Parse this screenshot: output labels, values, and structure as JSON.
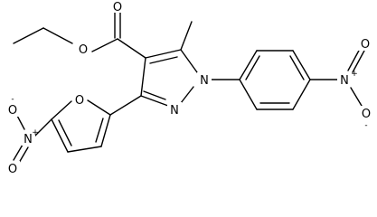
{
  "molecule": {
    "atoms": {
      "carbonyl_o": "O",
      "ester_o": "O",
      "n1": "N",
      "n2": "N",
      "furan_o": "O",
      "nitro_left_n": "N",
      "nitro_left_plus": "+",
      "nitro_left_o_top": "O",
      "nitro_left_o_minus": "-",
      "nitro_left_o_bottom": "O",
      "nitro_right_n": "N",
      "nitro_right_plus": "+",
      "nitro_right_o_top": "O",
      "nitro_right_o_bottom": "O",
      "nitro_right_o_minus": "-"
    }
  }
}
